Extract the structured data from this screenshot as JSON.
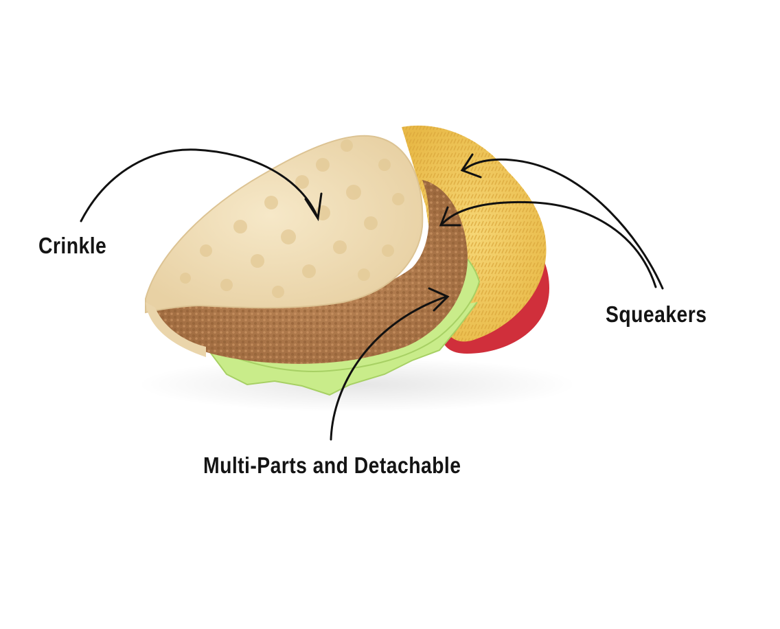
{
  "callouts": {
    "crinkle": "Crinkle",
    "squeakers": "Squeakers",
    "multi_parts": "Multi-Parts and Detachable"
  },
  "colors": {
    "background": "#ffffff",
    "tortilla": "#f1dfb9",
    "meat": "#b47d4e",
    "lettuce": "#c9ec8a",
    "cheese": "#f2c95a",
    "tomato": "#d02f3b",
    "ink": "#141414"
  }
}
